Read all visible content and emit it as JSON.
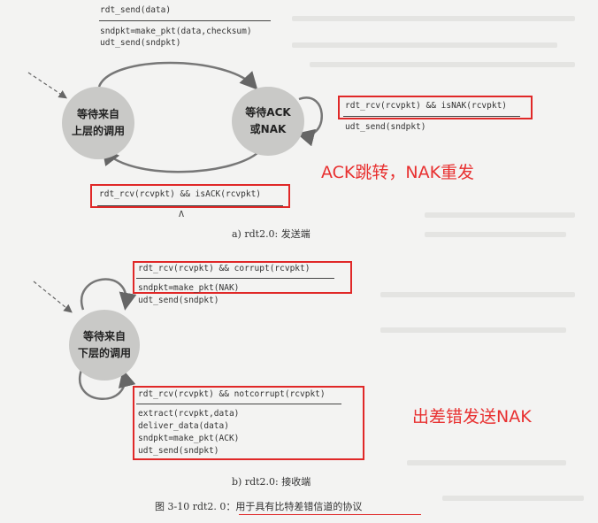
{
  "sender": {
    "state_wait_above": [
      "等待来自",
      "上层的调用"
    ],
    "state_wait_ack": [
      "等待ACK",
      "或NAK"
    ],
    "t1_event": "rdt_send(data)",
    "t1_action": [
      "sndpkt=make_pkt(data,checksum)",
      "udt_send(sndpkt)"
    ],
    "t2_event": "rdt_rcv(rcvpkt) && isNAK(rcvpkt)",
    "t2_action": "udt_send(sndpkt)",
    "t3_event": "rdt_rcv(rcvpkt) && isACK(rcvpkt)",
    "t3_action": "Λ",
    "caption": "a) rdt2.0: 发送端"
  },
  "receiver": {
    "state_wait_below": [
      "等待来自",
      "下层的调用"
    ],
    "t1_event": "rdt_rcv(rcvpkt) && corrupt(rcvpkt)",
    "t1_action": [
      "sndpkt=make_pkt(NAK)",
      "udt_send(sndpkt)"
    ],
    "t2_event": "rdt_rcv(rcvpkt) && notcorrupt(rcvpkt)",
    "t2_action": [
      "extract(rcvpkt,data)",
      "deliver_data(data)",
      "sndpkt=make_pkt(ACK)",
      "udt_send(sndpkt)"
    ],
    "caption": "b) rdt2.0: 接收端"
  },
  "annotations": {
    "sender_note": "ACK跳转，NAK重发",
    "receiver_note": "出差错发送NAK",
    "color": "#e83030"
  },
  "figure_caption": "图 3-10   rdt2. 0：用于具有比特差错信道的协议"
}
